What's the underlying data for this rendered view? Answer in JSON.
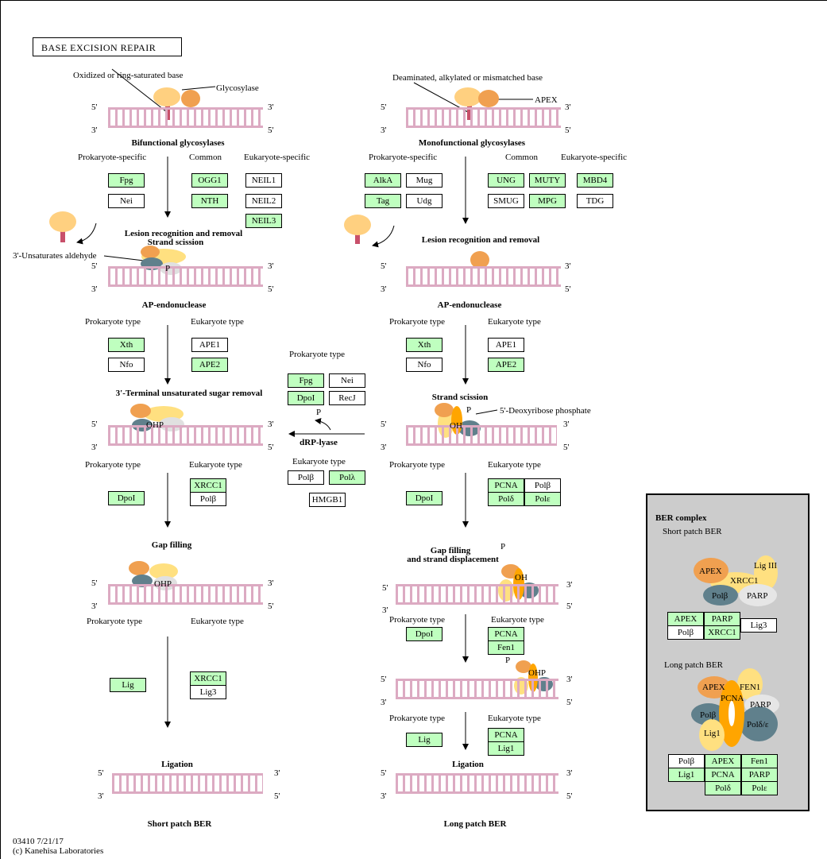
{
  "title": "BASE EXCISION REPAIR",
  "footer": {
    "id": "03410 7/21/17",
    "copyright": "(c) Kanehisa Laboratories"
  },
  "labels": {
    "oxidized": "Oxidized or ring-saturated base",
    "glycosylase": "Glycosylase",
    "deaminated": "Deaminated, alkylated or mismatched base",
    "apex": "APEX",
    "bifunctional": "Bifunctional glycosylases",
    "monofunctional": "Monofunctional glycosylases",
    "prok_specific": "Prokaryote-specific",
    "common": "Common",
    "euk_specific": "Eukaryote-specific",
    "lesion_strand": "Lesion recognition and removal",
    "strand_scission": "Strand scission",
    "lesion": "Lesion recognition and removal",
    "unsat_aldehyde": "3'-Unsaturates aldehyde",
    "ap_endo": "AP-endonuclease",
    "prok_type": "Prokaryote type",
    "euk_type": "Eukaryote type",
    "terminal_sugar": "3'-Terminal unsaturated sugar removal",
    "drp_lyase": "dRP-lyase",
    "deoxyribose": "5'-Deoxyribose phosphate",
    "gap_filling": "Gap filling",
    "gap_displacement_1": "Gap filling",
    "gap_displacement_2": "and strand displacement",
    "ligation": "Ligation",
    "short_patch": "Short patch BER",
    "long_patch": "Long patch BER",
    "p": "P",
    "oh": "OH",
    "ohp": "OHP",
    "five": "5'",
    "three": "3'"
  },
  "genes": {
    "bifunctional": [
      {
        "n": "Fpg",
        "on": true
      },
      {
        "n": "Nei",
        "on": false
      },
      {
        "n": "OGG1",
        "on": true
      },
      {
        "n": "NTH",
        "on": true
      },
      {
        "n": "NEIL1",
        "on": false
      },
      {
        "n": "NEIL2",
        "on": false
      },
      {
        "n": "NEIL3",
        "on": true
      }
    ],
    "monofunctional": [
      {
        "n": "AlkA",
        "on": true
      },
      {
        "n": "Mug",
        "on": false
      },
      {
        "n": "Tag",
        "on": true
      },
      {
        "n": "Udg",
        "on": false
      },
      {
        "n": "UNG",
        "on": true
      },
      {
        "n": "MUTY",
        "on": true
      },
      {
        "n": "SMUG",
        "on": false
      },
      {
        "n": "MPG",
        "on": true
      },
      {
        "n": "MBD4",
        "on": true
      },
      {
        "n": "TDG",
        "on": false
      }
    ],
    "ap_left": [
      {
        "n": "Xth",
        "on": true
      },
      {
        "n": "Nfo",
        "on": false
      },
      {
        "n": "APE1",
        "on": false
      },
      {
        "n": "APE2",
        "on": true
      }
    ],
    "ap_right": [
      {
        "n": "Xth",
        "on": true
      },
      {
        "n": "Nfo",
        "on": false
      },
      {
        "n": "APE1",
        "on": false
      },
      {
        "n": "APE2",
        "on": true
      }
    ],
    "drp": [
      {
        "n": "Fpg",
        "on": true
      },
      {
        "n": "Nei",
        "on": false
      },
      {
        "n": "DpoI",
        "on": true
      },
      {
        "n": "RecJ",
        "on": false
      },
      {
        "n": "Polβ",
        "on": false
      },
      {
        "n": "Polλ",
        "on": true
      },
      {
        "n": "HMGB1",
        "on": false
      }
    ],
    "terminal_left": [
      {
        "n": "DpoI",
        "on": true
      },
      {
        "n": "XRCC1",
        "on": true
      },
      {
        "n": "Polβ",
        "on": false
      }
    ],
    "scission_right": [
      {
        "n": "DpoI",
        "on": true
      },
      {
        "n": "PCNA",
        "on": true
      },
      {
        "n": "Polβ",
        "on": false
      },
      {
        "n": "Polδ",
        "on": true
      },
      {
        "n": "Polε",
        "on": true
      }
    ],
    "gap_left": [
      {
        "n": "Lig",
        "on": true
      },
      {
        "n": "XRCC1",
        "on": true
      },
      {
        "n": "Lig3",
        "on": false
      }
    ],
    "gap_right": [
      {
        "n": "DpoI",
        "on": true
      },
      {
        "n": "PCNA",
        "on": true
      },
      {
        "n": "Fen1",
        "on": true
      }
    ],
    "lig_right": [
      {
        "n": "Lig",
        "on": true
      },
      {
        "n": "PCNA",
        "on": true
      },
      {
        "n": "Lig1",
        "on": true
      }
    ],
    "complex_short": [
      {
        "n": "APEX",
        "on": true
      },
      {
        "n": "PARP",
        "on": true
      },
      {
        "n": "Polβ",
        "on": false
      },
      {
        "n": "XRCC1",
        "on": true
      },
      {
        "n": "Lig3",
        "on": false
      }
    ],
    "complex_long": [
      {
        "n": "Polβ",
        "on": false
      },
      {
        "n": "APEX",
        "on": true
      },
      {
        "n": "Fen1",
        "on": true
      },
      {
        "n": "Lig1",
        "on": true
      },
      {
        "n": "PCNA",
        "on": true
      },
      {
        "n": "PARP",
        "on": true
      },
      {
        "n": "Polδ",
        "on": true
      },
      {
        "n": "Polε",
        "on": true
      }
    ]
  },
  "complex": {
    "title": "BER complex",
    "short": "Short patch BER",
    "long": "Long patch BER",
    "proteins": {
      "apex": "APEX",
      "lig3": "Lig III",
      "xrcc1": "XRCC1",
      "polb": "Polβ",
      "parp": "PARP",
      "fen1": "FEN1",
      "pcna": "PCNA",
      "lig1": "Lig1",
      "polde": "Polδ/ε"
    }
  },
  "colors": {
    "gene_on": "#bfffbf",
    "dna": "#dcaac2",
    "lesion": "#c8506a",
    "orange": "#f0a050",
    "yellow": "#ffe080",
    "slate": "#60808c",
    "gray": "#e0e0e0",
    "pcna": "#ffa500",
    "panel": "#cccccc"
  }
}
